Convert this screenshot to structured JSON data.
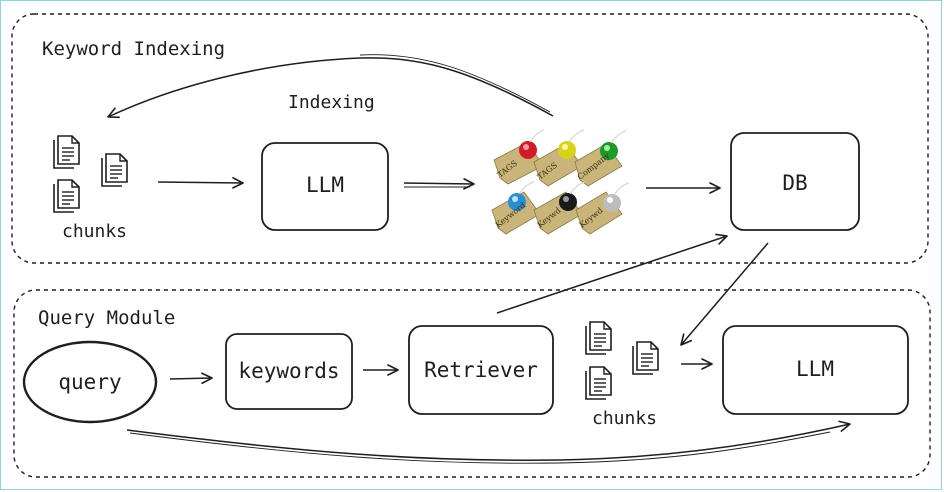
{
  "sections": {
    "keyword_indexing": "Keyword Indexing",
    "query_module": "Query Module"
  },
  "indexing": {
    "indexing_label": "Indexing",
    "chunks_label": "chunks",
    "llm_label": "LLM",
    "db_label": "DB",
    "tags": [
      "TAGS",
      "TAGS",
      "Company",
      "Keyword",
      "Keywd",
      "Keywd"
    ]
  },
  "query": {
    "query_label": "query",
    "keywords_label": "keywords",
    "retriever_label": "Retriever",
    "chunks_label": "chunks",
    "llm_label": "LLM"
  },
  "colors": {
    "stroke": "#1e1e1e",
    "frame": "#8fd3dc",
    "tag_paper": "#c9b47a",
    "tag_red": "#d11b2a",
    "tag_yellow": "#d9d21a",
    "tag_green": "#1e9a2a",
    "tag_blue": "#2a8fd0",
    "tag_black": "#1a1a1a",
    "tag_gray": "#bdbdbd"
  },
  "icons": {
    "document": "stacked-document-icon",
    "tag": "tag-icon"
  }
}
